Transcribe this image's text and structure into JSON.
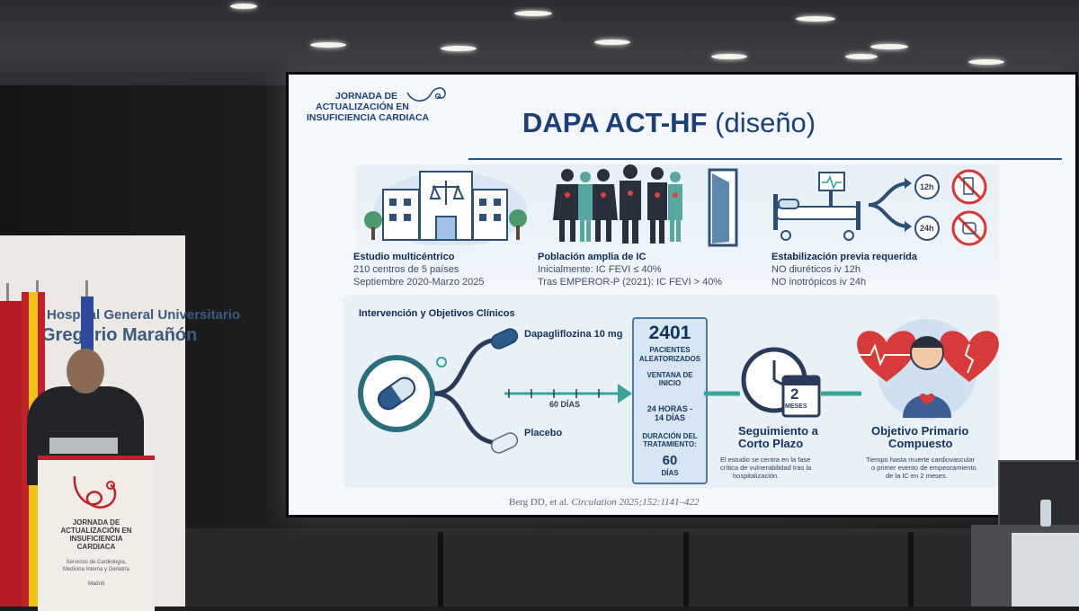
{
  "slide": {
    "logo": {
      "line1": "JORNADA DE",
      "line2": "ACTUALIZACIÓN EN",
      "line3": "INSUFICIENCIA CARDIACA"
    },
    "title_main": "DAPA ACT-HF",
    "title_paren": "(diseño)",
    "panel1": {
      "heading": "Estudio multicéntrico",
      "line1": "210 centros de 5 países",
      "line2": "Septiembre 2020-Marzo 2025"
    },
    "panel2": {
      "heading": "Población amplia de IC",
      "line1": "Inicialmente: IC FEVI ≤ 40%",
      "line2": "Tras EMPEROR-P (2021): IC FEVI > 40%"
    },
    "panel3": {
      "heading": "Estabilización previa requerida",
      "line1": "NO diuréticos iv 12h",
      "line2": "NO inotrópicos iv 24h",
      "badge1": "12h",
      "badge2": "24h"
    },
    "section2_heading": "Intervención y Objetivos Clínicos",
    "arm1": "Dapagliflozina 10 mg",
    "arm2": "Placebo",
    "days_label": "60 DÍAS",
    "box": {
      "number": "2401",
      "l1": "PACIENTES",
      "l2": "ALEATORIZADOS",
      "l3": "VENTANA DE",
      "l4": "INICIO",
      "l5": "24 HORAS -",
      "l6": "14 DÍAS",
      "l7": "DURACIÓN DEL",
      "l8": "TRATAMIENTO:",
      "l9": "60",
      "l10": "DÍAS"
    },
    "calendar": {
      "num": "2",
      "unit": "MESES"
    },
    "followup": {
      "heading1": "Seguimiento a",
      "heading2": "Corto Plazo",
      "d1": "El estudio se centra en la fase",
      "d2": "crítica de vulnerabilidad tras la",
      "d3": "hospitalización."
    },
    "endpoint": {
      "heading1": "Objetivo Primario",
      "heading2": "Compuesto",
      "d1": "Tiempo hasta muerte cardiovascular",
      "d2": "o primer evento de empeoramiento",
      "d3": "de la IC en 2 meses."
    },
    "citation_authors": "Berg DD, et al.",
    "citation_journal": "Circulation",
    "citation_ref": "2025;152:1141–422"
  },
  "room": {
    "banner_line1": "Hospital General Universitario",
    "banner_line2": "Gregorio Marañón",
    "podium": {
      "l1": "JORNADA DE",
      "l2": "ACTUALIZACIÓN EN",
      "l3": "INSUFICIENCIA",
      "l4": "CARDIACA",
      "s1": "Servicios de Cardiología,",
      "s2": "Medicina Interna y Geriatría",
      "s3": "Madrid"
    }
  },
  "colors": {
    "slide_title": "#1a3f7a",
    "accent_teal": "#2aa59a",
    "heart_red": "#d83a3a",
    "no_sign_red": "#d33"
  }
}
